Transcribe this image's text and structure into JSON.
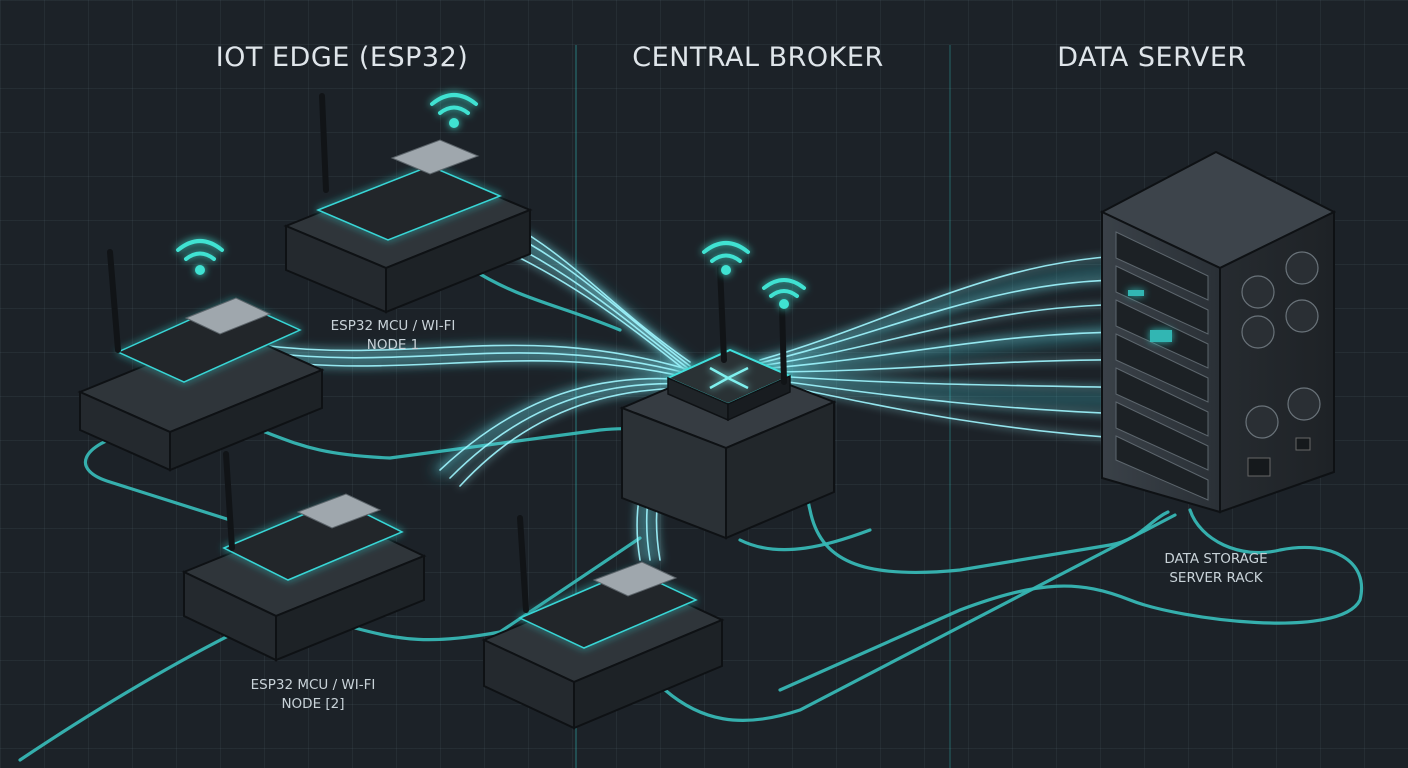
{
  "sections": {
    "edge_title": "IOT EDGE (ESP32)",
    "broker_title": "CENTRAL BROKER",
    "server_title": "DATA SERVER"
  },
  "nodes": {
    "node1": {
      "line1": "ESP32 MCU / WI-FI",
      "line2": "NODE 1"
    },
    "node2": {
      "line1": "ESP32 MCU / WI-FI",
      "line2": "NODE [2]"
    }
  },
  "server": {
    "line1": "DATA STORAGE",
    "line2": "SERVER RACK"
  },
  "colors": {
    "background": "#1c2228",
    "accent_teal": "#35c7c3",
    "glow_cyan": "#8ff3ff",
    "device_body": "#2b3136",
    "pcb": "#23282c",
    "text": "#dfe5ea"
  },
  "icons": [
    "wifi-icon",
    "antenna-icon",
    "esp32-board-icon",
    "router-icon",
    "server-rack-icon",
    "fan-icon",
    "power-switch-icon"
  ]
}
